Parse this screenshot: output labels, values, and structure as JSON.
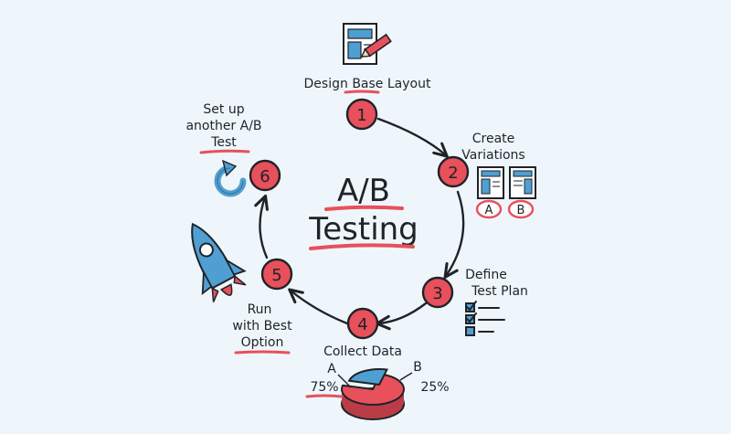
{
  "diagram": {
    "title_line1": "A/B",
    "title_line2": "Testing",
    "steps": [
      {
        "number": "1",
        "label_lines": [
          "Design Base Layout"
        ]
      },
      {
        "number": "2",
        "label_lines": [
          "Create",
          "Variations"
        ]
      },
      {
        "number": "3",
        "label_lines": [
          "Define",
          "Test Plan"
        ]
      },
      {
        "number": "4",
        "label_lines": [
          "Collect Data"
        ]
      },
      {
        "number": "5",
        "label_lines": [
          "Run",
          "with Best",
          "Option"
        ]
      },
      {
        "number": "6",
        "label_lines": [
          "Set up",
          "another A/B",
          "Test"
        ]
      }
    ],
    "variation_a": "A",
    "variation_b": "B",
    "pie": {
      "a_label": "A",
      "a_value": "75%",
      "b_label": "B",
      "b_value": "25%",
      "a_fraction": 0.75,
      "b_fraction": 0.25
    },
    "colors": {
      "background": "#eef6fb",
      "accent_red": "#e8505b",
      "accent_blue": "#4f9fd3",
      "ink": "#1f2328"
    },
    "icons": [
      "layout-sketch-icon",
      "pencil-icon",
      "variation-cards-icon",
      "checklist-icon",
      "pie-chart-icon",
      "rocket-icon",
      "refresh-arrow-icon"
    ]
  }
}
